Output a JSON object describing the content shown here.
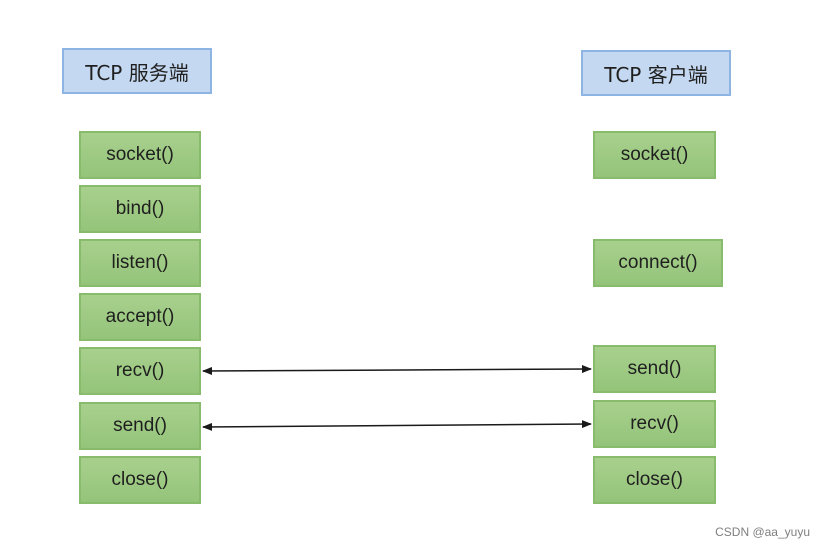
{
  "server": {
    "title": "TCP 服务端",
    "calls": [
      "socket()",
      "bind()",
      "listen()",
      "accept()",
      "recv()",
      "send()",
      "close()"
    ]
  },
  "client": {
    "title": "TCP 客户端",
    "socket": "socket()",
    "connect": "connect()",
    "send": "send()",
    "recv": "recv()",
    "close": "close()"
  },
  "watermark": "CSDN @aa_yuyu",
  "colors": {
    "header_fill": "#c4d9f1",
    "header_border": "#8eb4e3",
    "box_fill": "#9ccb83",
    "box_border": "#88bb6b",
    "arrow": "#1a1a1a"
  }
}
